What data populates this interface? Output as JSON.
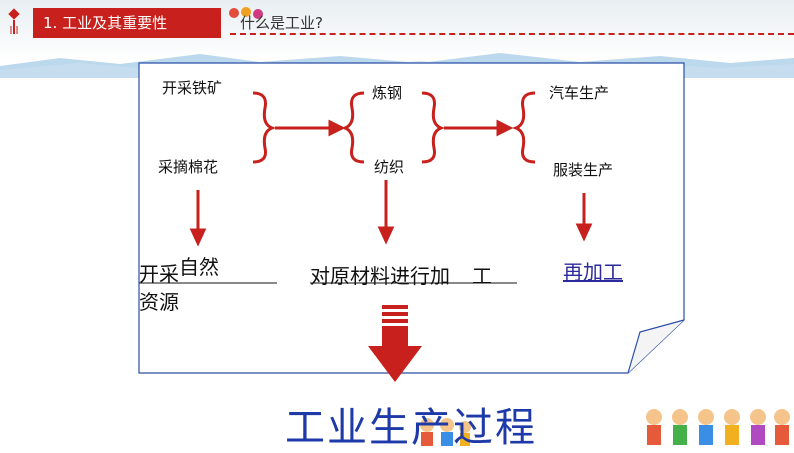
{
  "header": {
    "section_title": "1. 工业及其重要性",
    "question": "什么是工业?"
  },
  "diagram": {
    "col1": {
      "top": "开采铁矿",
      "bottom": "采摘棉花"
    },
    "col2": {
      "top": "炼钢",
      "bottom": "纺织"
    },
    "col3": {
      "top": "汽车生产",
      "bottom": "服装生产"
    },
    "result1_a": "开采",
    "result1_b": "自然",
    "result1_c": "资源",
    "result2_a": "对原材料进行",
    "result2_b": "加",
    "result2_c": "工",
    "result3": "再加工"
  },
  "footer": {
    "title": "工业生产过程"
  },
  "colors": {
    "accent_red": "#c8201c",
    "title_blue": "#1e3aa8",
    "frame_blue": "#2b4fa8"
  }
}
